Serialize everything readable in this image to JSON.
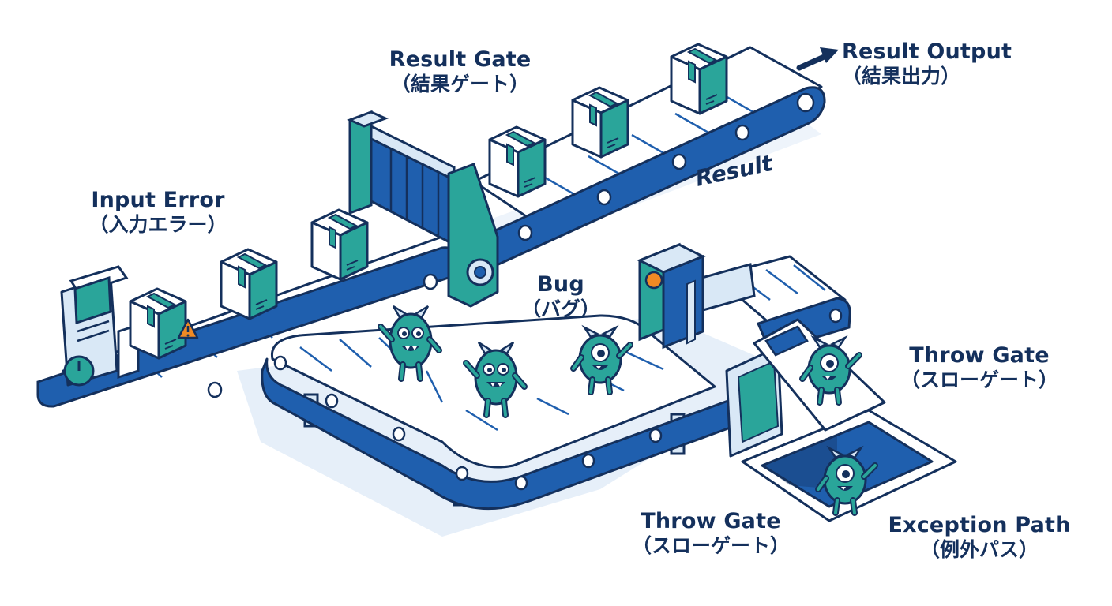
{
  "labels": {
    "input_error": {
      "en": "Input Error",
      "jp": "（入力エラー）"
    },
    "result_gate": {
      "en": "Result Gate",
      "jp": "（結果ゲート）"
    },
    "result_output": {
      "en": "Result Output",
      "jp": "（結果出力）"
    },
    "result_belt": "Result",
    "bug": {
      "en": "Bug",
      "jp": "（バグ）"
    },
    "throw_gate_right": {
      "en": "Throw Gate",
      "jp": "（スローゲート）"
    },
    "throw_gate_bottom": {
      "en": "Throw Gate",
      "jp": "（スローゲート）"
    },
    "exception_path": {
      "en": "Exception Path",
      "jp": "（例外パス）"
    }
  },
  "icons": {
    "output_arrow": "arrow-up-right-icon",
    "warning": "warning-triangle-icon",
    "package": "package-box-icon",
    "bug_monster": "bug-monster-icon"
  },
  "colors": {
    "belt_blue": "#1f5fae",
    "navy_outline": "#14305c",
    "teal": "#2aa59a",
    "light_blue": "#d9e8f6",
    "warning_orange": "#f08a24"
  }
}
